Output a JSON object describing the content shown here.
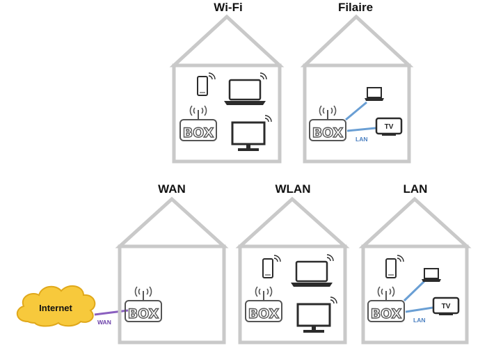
{
  "colors": {
    "house": "#c9c9c9",
    "device": "#2b2b2b",
    "box_outline": "#555555",
    "lan_line": "#6a9fd4",
    "lan_text": "#4a7fc0",
    "wan_line": "#8a5fbf",
    "wan_text": "#6a3fa8",
    "cloud_fill": "#f7c93c",
    "cloud_stroke": "#e0a81a"
  },
  "houses": {
    "wifi": {
      "title": "Wi-Fi",
      "box_label": "BOX"
    },
    "filaire": {
      "title": "Filaire",
      "box_label": "BOX",
      "link_label": "LAN",
      "tv_label": "TV"
    },
    "wan": {
      "title": "WAN",
      "box_label": "BOX"
    },
    "wlan": {
      "title": "WLAN",
      "box_label": "BOX"
    },
    "lan": {
      "title": "LAN",
      "box_label": "BOX",
      "link_label": "LAN",
      "tv_label": "TV"
    }
  },
  "internet": {
    "label": "Internet",
    "link_label": "WAN"
  }
}
